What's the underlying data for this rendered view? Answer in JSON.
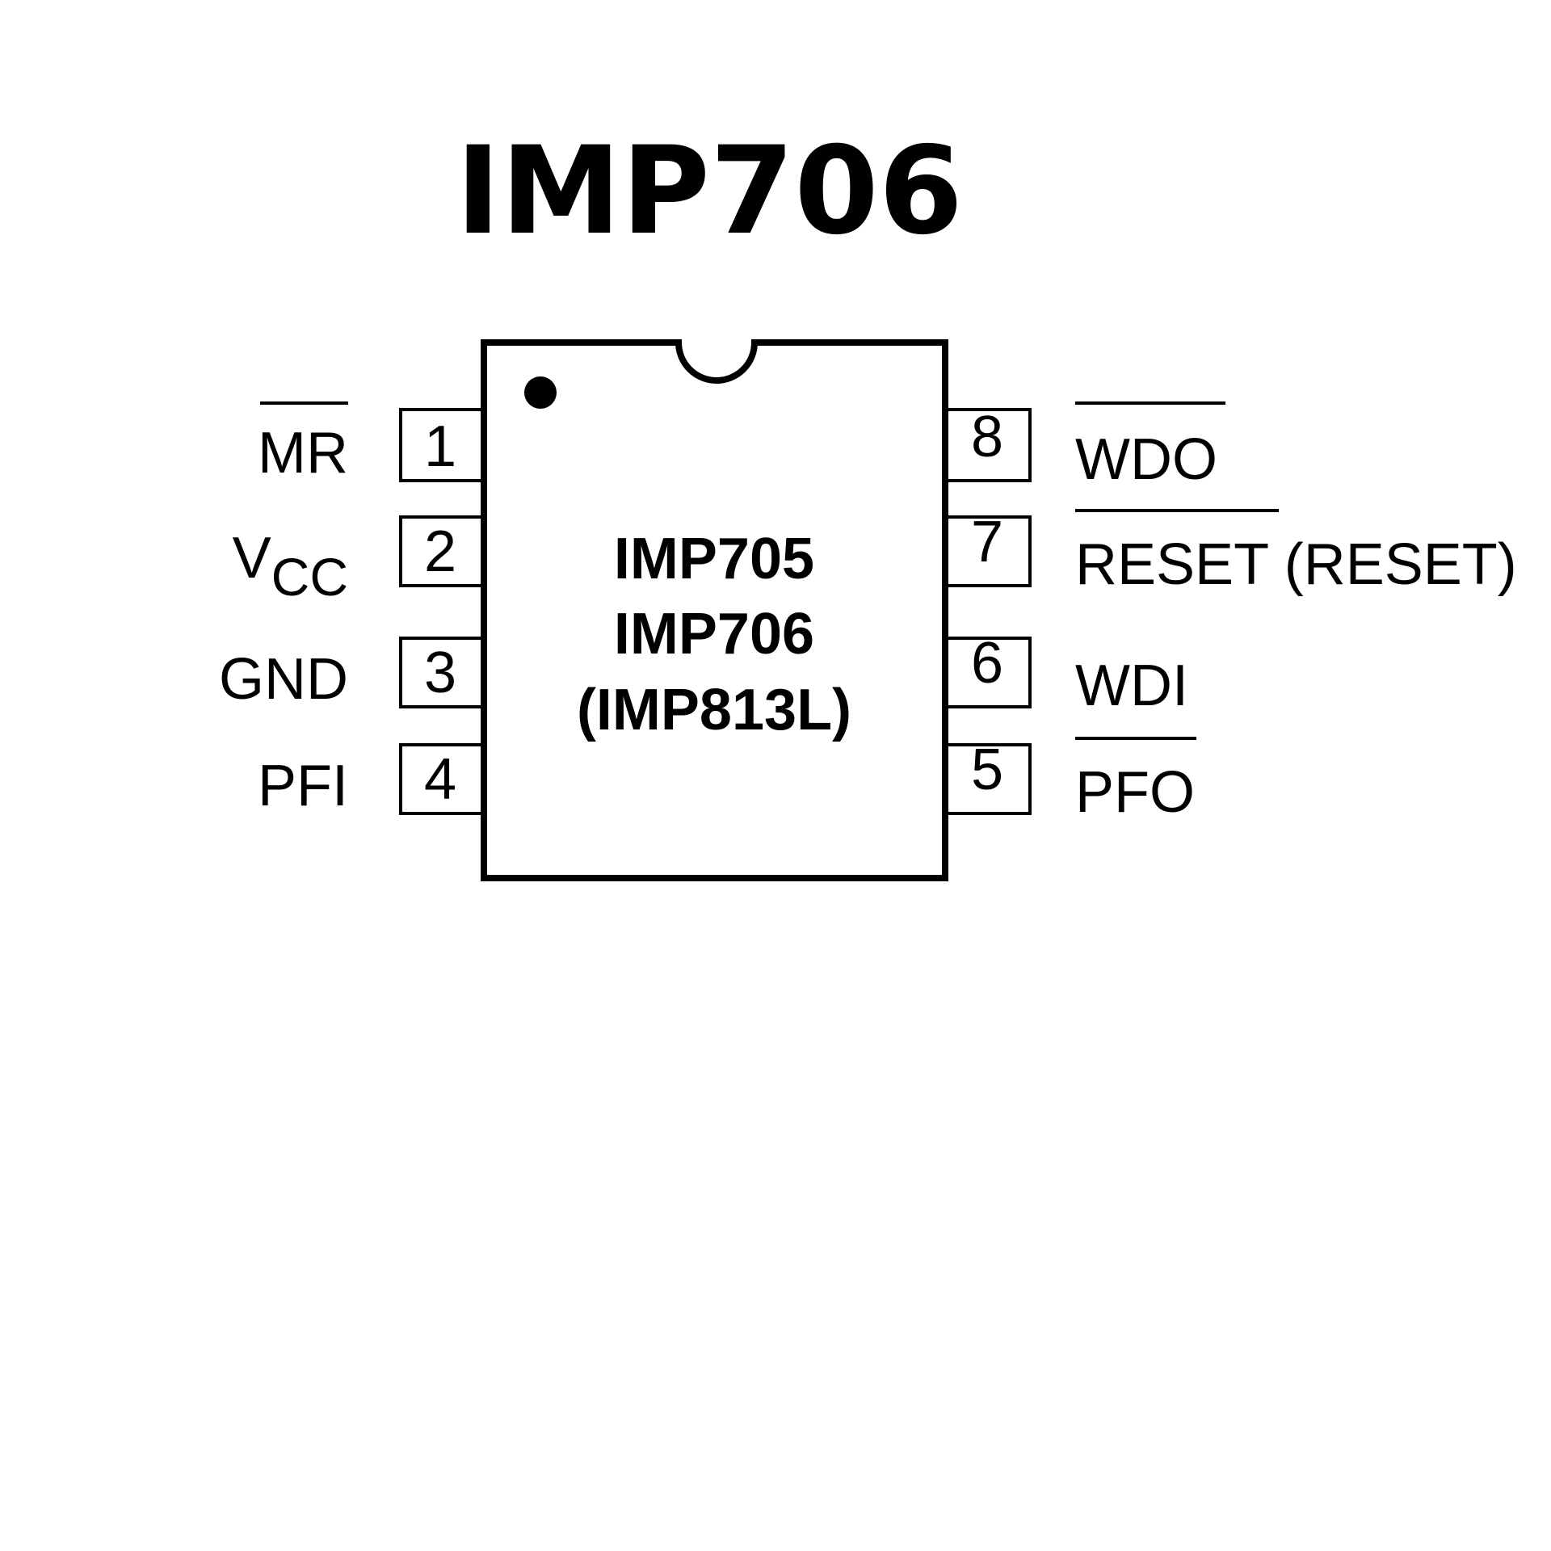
{
  "title": "IMP706",
  "chip": {
    "labels": [
      "IMP705",
      "IMP706",
      "(IMP813L)"
    ],
    "pin1_marker": "dot",
    "notch": "half-circle",
    "stroke_color": "#000000",
    "fill_color": "#ffffff"
  },
  "pins": {
    "left": [
      {
        "number": "1",
        "name": "MR",
        "sub": "",
        "overbar": true
      },
      {
        "number": "2",
        "name": "V",
        "sub": "CC",
        "overbar": false
      },
      {
        "number": "3",
        "name": "GND",
        "sub": "",
        "overbar": false
      },
      {
        "number": "4",
        "name": "PFI",
        "sub": "",
        "overbar": false
      }
    ],
    "right": [
      {
        "number": "8",
        "name": "WDO",
        "suffix": "",
        "overbar": true
      },
      {
        "number": "7",
        "name": "RESET",
        "suffix": " (RESET)",
        "overbar": true
      },
      {
        "number": "6",
        "name": "WDI",
        "suffix": "",
        "overbar": false
      },
      {
        "number": "5",
        "name": "PFO",
        "suffix": "",
        "overbar": true
      }
    ]
  }
}
